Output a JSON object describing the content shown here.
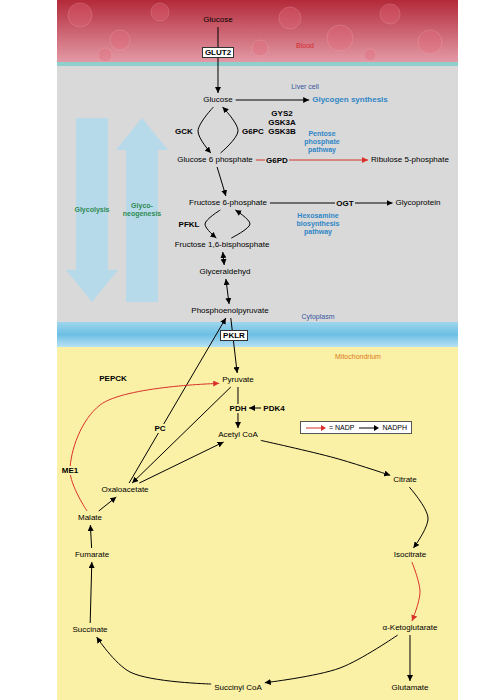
{
  "diagram": {
    "nodes": [
      {
        "text": [
          "Blood"
        ]
      },
      {
        "text": [
          "Glucose"
        ],
        "in": 0
      },
      {
        "text": [
          "Liver cell",
          "Cytoplasm"
        ]
      },
      {
        "text": [
          "Glucose"
        ],
        "in": 2
      },
      {
        "text": [
          "Glycogen synthesis"
        ],
        "in": 2
      },
      {
        "text": [
          "Glucose 6 phosphate"
        ],
        "in": 2
      },
      {
        "text": [
          "Ribulose 5-phosphate"
        ],
        "in": 2
      },
      {
        "text": [
          "Fructose 6-phosphate"
        ],
        "in": 2
      },
      {
        "text": [
          "Glycoprotein"
        ],
        "in": 2
      },
      {
        "text": [
          "Fructose 1,6-bisphosphate"
        ],
        "in": 2
      },
      {
        "text": [
          "Glyceraldehyd"
        ],
        "in": 2
      },
      {
        "text": [
          "Phosphoenolpyruvate"
        ],
        "in": 2
      },
      {
        "text": [
          "Mitochondrium"
        ]
      },
      {
        "text": [
          "Pyruvate"
        ],
        "in": 12
      },
      {
        "text": [
          "Acetyl CoA"
        ],
        "in": 12
      },
      {
        "text": [
          "Oxaloacetate"
        ],
        "in": 12
      },
      {
        "text": [
          "Citrate"
        ],
        "in": 12
      },
      {
        "text": [
          "Malate"
        ],
        "in": 12
      },
      {
        "text": [
          "Isocitrate"
        ],
        "in": 12
      },
      {
        "text": [
          "Fumarate"
        ],
        "in": 12
      },
      {
        "text": [
          "Succinate"
        ],
        "in": 12
      },
      {
        "text": [
          "α-Ketoglutarate"
        ],
        "in": 12
      },
      {
        "text": [
          "Succinyl CoA"
        ],
        "in": 12
      },
      {
        "text": [
          "Glutamate"
        ],
        "in": 12
      }
    ],
    "edges": [
      {
        "from": 1,
        "to": 3,
        "label": "GLUT2",
        "arrow": "to"
      },
      {
        "from": 3,
        "to": 4,
        "label": "GYS2 GSK3A GSK3B",
        "arrow": "to"
      },
      {
        "from": 3,
        "to": 5,
        "label": "GCK",
        "arrow": "to"
      },
      {
        "from": 5,
        "to": 3,
        "label": "G6PC",
        "arrow": "to"
      },
      {
        "from": 5,
        "to": 6,
        "label": "G6PD",
        "arrow": "to"
      },
      {
        "from": 5,
        "to": 7,
        "arrow": "to"
      },
      {
        "from": 7,
        "to": 8,
        "label": "OGT",
        "arrow": "to"
      },
      {
        "from": 7,
        "to": 9,
        "label": "PFKL",
        "arrow": "to"
      },
      {
        "from": 9,
        "to": 7,
        "arrow": "to"
      },
      {
        "from": 9,
        "to": 10,
        "arrow": "both"
      },
      {
        "from": 10,
        "to": 11,
        "arrow": "both"
      },
      {
        "from": 11,
        "to": 13,
        "label": "PKLR",
        "arrow": "to"
      },
      {
        "from": 13,
        "to": 14,
        "label": "PDH",
        "arrow": "to"
      },
      {
        "from": 13,
        "to": 15,
        "label": "PC",
        "arrow": "to"
      },
      {
        "from": 15,
        "to": 11,
        "label": "PEPCK",
        "arrow": "to"
      },
      {
        "from": 17,
        "to": 13,
        "label": "ME1",
        "arrow": "to"
      },
      {
        "from": 15,
        "to": 14,
        "arrow": "to"
      },
      {
        "from": 14,
        "to": 16,
        "arrow": "to"
      },
      {
        "from": 16,
        "to": 18,
        "arrow": "to"
      },
      {
        "from": 18,
        "to": 21,
        "arrow": "to"
      },
      {
        "from": 21,
        "to": 23,
        "arrow": "to"
      },
      {
        "from": 21,
        "to": 22,
        "arrow": "to"
      },
      {
        "from": 22,
        "to": 20,
        "arrow": "to"
      },
      {
        "from": 20,
        "to": 19,
        "arrow": "to"
      },
      {
        "from": 19,
        "to": 17,
        "arrow": "to"
      },
      {
        "from": 17,
        "to": 15,
        "arrow": "to"
      }
    ],
    "labels": [
      "Glycolysis",
      "Glyco- neogenesis",
      "Pentose phosphate pathway",
      "Hexosamine biosynthesis pathway",
      "PDK4"
    ],
    "legend": [
      {
        "text": "= NADP"
      },
      {
        "text": "NADPH"
      }
    ]
  }
}
